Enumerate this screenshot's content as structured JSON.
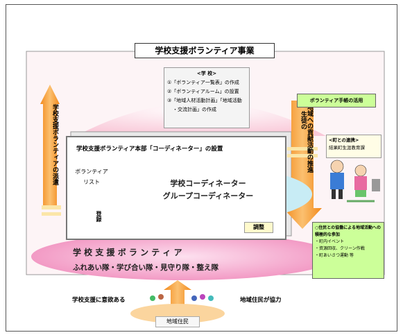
{
  "title": "学校支援ボランティア事業",
  "school_box": {
    "title": "<学 校>",
    "items": [
      "①「ボランティア一覧表」の作成",
      "②「ボランティアルーム」の設置",
      "③「地域人材活動計画」「地域活動",
      "・交流計画」の作成"
    ]
  },
  "hq": {
    "title": "学校支援ボランティア本部「コーディネーター」の設置",
    "list_label_1": "ボランティア",
    "list_label_2": "リスト",
    "coord_1": "学校コーディネーター",
    "coord_2": "グループコーディネーター"
  },
  "left_arrow": "学校支援ボランティアの派遣",
  "right_arrow_1": "生徒の",
  "right_arrow_2": "地域への貢献活動の推進",
  "manual_box": "ボランティア手帳の活用",
  "town_box": {
    "title": "<町との連携>",
    "body": "結果町生涯教育課"
  },
  "collab_box": {
    "title": "○住民との協働による地域活動への積極的な参加",
    "items": [
      "・町内イベント",
      "・資源回収、クリーン作戦",
      "・町あいさつ運動 等"
    ]
  },
  "dispatch": "登録",
  "adjust": "調整",
  "volunteer": {
    "title": "学 校 支 援 ボ ラ ン テ ィ ア",
    "subtitle": "ふれあい隊・学び合い隊・見守り隊・整え隊"
  },
  "bottom_left": "学校支援に意欲ある",
  "bottom_right": "地域住民が協力",
  "resident": "地域住民",
  "colors": {
    "orange": "#f7a030",
    "pink": "#f2a0c8",
    "cyan": "#c8ecf5",
    "green_box": "#ccff99"
  }
}
